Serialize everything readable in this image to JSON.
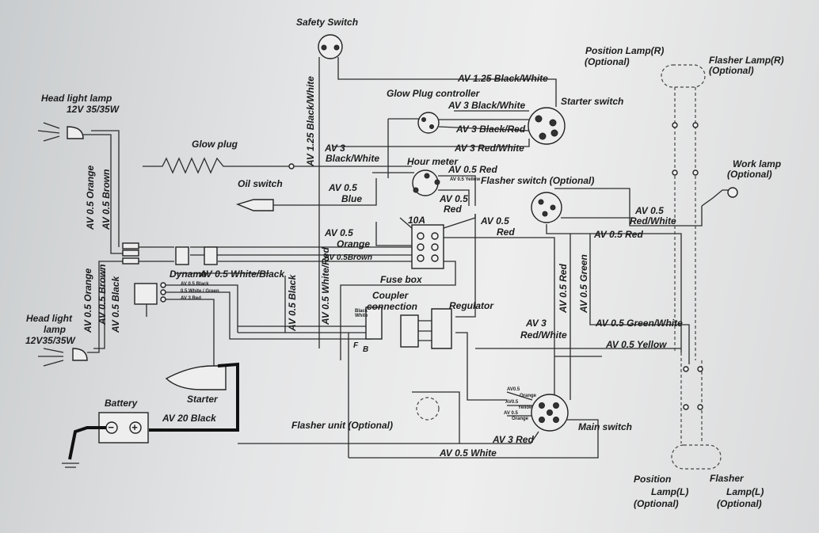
{
  "labels": {
    "safety_switch": "Safety Switch",
    "starter_switch": "Starter switch",
    "glow_plug_controller": "Glow Plug controller",
    "glow_plug": "Glow plug",
    "oil_switch": "Oil switch",
    "hour_meter": "Hour meter",
    "flasher_switch": "Flasher switch (Optional)",
    "head_light_lamp_top_1": "Head light lamp",
    "head_light_lamp_top_2": "12V 35/35W",
    "head_light_lamp_bottom_1": "Head light",
    "head_light_lamp_bottom_2": "lamp",
    "head_light_lamp_bottom_3": "12V35/35W",
    "dynamo": "Dynamo",
    "fuse_box": "Fuse box",
    "fuse_rating": "10A",
    "coupler_connection_1": "Coupler",
    "coupler_connection_2": "connection",
    "regulator": "Regulator",
    "starter": "Starter",
    "battery": "Battery",
    "flasher_unit": "Flasher unit (Optional)",
    "main_switch": "Main switch",
    "position_lamp_r_1": "Position Lamp(R)",
    "position_lamp_r_2": "(Optional)",
    "flasher_lamp_r_1": "Flasher Lamp(R)",
    "flasher_lamp_r_2": "(Optional)",
    "work_lamp_1": "Work lamp",
    "work_lamp_2": "(Optional)",
    "position_lamp_l_1": "Position",
    "position_lamp_l_2": "Lamp(L)",
    "position_lamp_l_3": "(Optional)",
    "flasher_lamp_l_1": "Flasher",
    "flasher_lamp_l_2": "Lamp(L)",
    "flasher_lamp_l_3": "(Optional)",
    "coupler_f": "F",
    "coupler_b": "B",
    "coupler_small": "Black White",
    "battery_neg": "−",
    "battery_pos": "+"
  },
  "wires": {
    "av125_bw_horizontal": "AV 1.25 Black/White",
    "av125_bw_vertical": "AV 1.25 Black/White",
    "av3_bw": "AV 3 Black/White",
    "av3_br": "AV 3 Black/Red",
    "av3_rw": "AV 3 Red/White",
    "av3_bw_glow_1": "AV 3",
    "av3_bw_glow_2": "Black/White",
    "av05_red_hour": "AV 0.5 Red",
    "av05_blue_1": "AV 0.5",
    "av05_blue_2": "Blue",
    "av05_yellow_small": "AV 0.5 Yellow",
    "av05_red_small_1": "AV 0.5",
    "av05_red_small_2": "Red",
    "av05_red_fuse_1": "AV 0.5",
    "av05_red_fuse_2": "Red",
    "av05_orange_1": "AV 0.5",
    "av05_orange_2": "Orange",
    "av05_brown_h": "AV 0.5Brown",
    "av05_white_black": "AV 0.5 White/Black",
    "av05_black_v": "AV 0.5 Black",
    "av05_white_red_v": "AV 0.5 White/Red",
    "av05_orange_head": "AV 0.5 Orange",
    "av05_brown_head": "AV 0.5 Brown",
    "av05_orange_head2": "AV 0.5 Orange",
    "av05_brown_head2": "AV 0.5 Brown",
    "av05_black_head2": "AV 0.5 Black",
    "dyn_small_1": "AV 0.5 Black",
    "dyn_small_2": "0.5 White / Green",
    "dyn_small_3": "AV 3 Red",
    "av05_red_flasher_1": "AV 0.5",
    "av05_red_flasher_2": "Red/White",
    "av05_red_right": "AV 0.5  Red",
    "av05_red_v": "AV 0.5 Red",
    "av05_green_v": "AV 0.5 Green",
    "av3_rw_mid_1": "AV 3",
    "av3_rw_mid_2": "Red/White",
    "av05_green_white": "AV 0.5 Green/White",
    "av05_yellow": "AV 0.5 Yellow",
    "av20_black": "AV 20  Black",
    "av3_red": "AV 3 Red",
    "av05_white": "AV 0.5 White",
    "main_sw_small_1": "AV0.5",
    "main_sw_small_2": "Orange",
    "main_sw_small_3": "AV0.5",
    "main_sw_small_4": "Yellow",
    "main_sw_small_5": "AV 0.5",
    "main_sw_small_6": "Orange"
  },
  "colors": {
    "paper": "#e6e7e8",
    "ink": "#1c1c1c"
  }
}
